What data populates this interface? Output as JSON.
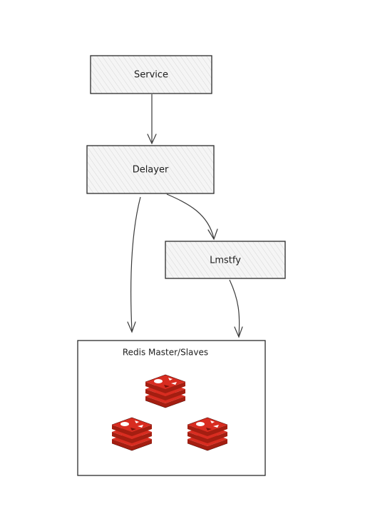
{
  "nodes": {
    "service": {
      "label": "Service"
    },
    "delayer": {
      "label": "Delayer"
    },
    "lmstfy": {
      "label": "Lmstfy"
    }
  },
  "group": {
    "title": "Redis Master/Slaves",
    "icons": [
      "redis-icon",
      "redis-icon",
      "redis-icon"
    ]
  },
  "edges": [
    {
      "from": "service",
      "to": "delayer"
    },
    {
      "from": "delayer",
      "to": "lmstfy"
    },
    {
      "from": "delayer",
      "to": "redis-group"
    },
    {
      "from": "lmstfy",
      "to": "redis-group"
    }
  ],
  "colors": {
    "box_fill": "#f4f4f4",
    "hatch": "#c9c9c9",
    "stroke": "#2b2b2b",
    "redis_dark": "#a41e11",
    "redis_mid": "#d82c20",
    "redis_light": "#ffffff"
  }
}
